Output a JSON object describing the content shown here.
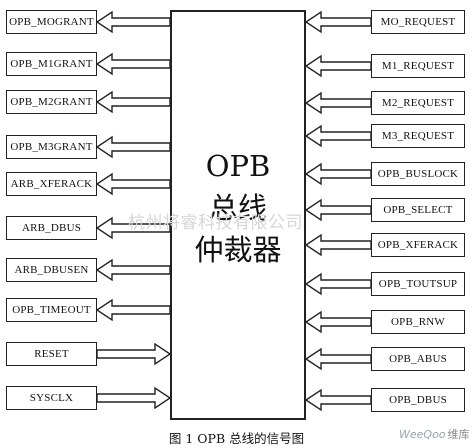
{
  "left_signals": [
    {
      "label": "OPB_MOGRANT",
      "direction": "out"
    },
    {
      "label": "OPB_M1GRANT",
      "direction": "out"
    },
    {
      "label": "OPB_M2GRANT",
      "direction": "out"
    },
    {
      "label": "OPB_M3GRANT",
      "direction": "out"
    },
    {
      "label": "ARB_XFERACK",
      "direction": "out"
    },
    {
      "label": "ARB_DBUS",
      "direction": "out"
    },
    {
      "label": "ARB_DBUSEN",
      "direction": "out"
    },
    {
      "label": "OPB_TIMEOUT",
      "direction": "out"
    },
    {
      "label": "RESET",
      "direction": "in"
    },
    {
      "label": "SYSCLX",
      "direction": "in"
    }
  ],
  "right_signals": [
    {
      "label": "MO_REQUEST",
      "direction": "in"
    },
    {
      "label": "M1_REQUEST",
      "direction": "in"
    },
    {
      "label": "M2_REQUEST",
      "direction": "in"
    },
    {
      "label": "M3_REQUEST",
      "direction": "in"
    },
    {
      "label": "OPB_BUSLOCK",
      "direction": "in"
    },
    {
      "label": "OPB_SELECT",
      "direction": "in"
    },
    {
      "label": "OPB_XFERACK",
      "direction": "in"
    },
    {
      "label": "OPB_TOUTSUP",
      "direction": "in"
    },
    {
      "label": "OPB_RNW",
      "direction": "in"
    },
    {
      "label": "OPB_ABUS",
      "direction": "in"
    },
    {
      "label": "OPB_DBUS",
      "direction": "in"
    }
  ],
  "center": {
    "line1": "OPB",
    "line2": "总线",
    "line3": "仲裁器"
  },
  "watermark": "杭州将睿科技有限公司",
  "caption": "图 1 OPB 总线的信号图",
  "logo": {
    "name": "WeeQoo",
    "sub": "维库"
  },
  "colors": {
    "stroke": "#222222",
    "background": "#ffffff"
  }
}
